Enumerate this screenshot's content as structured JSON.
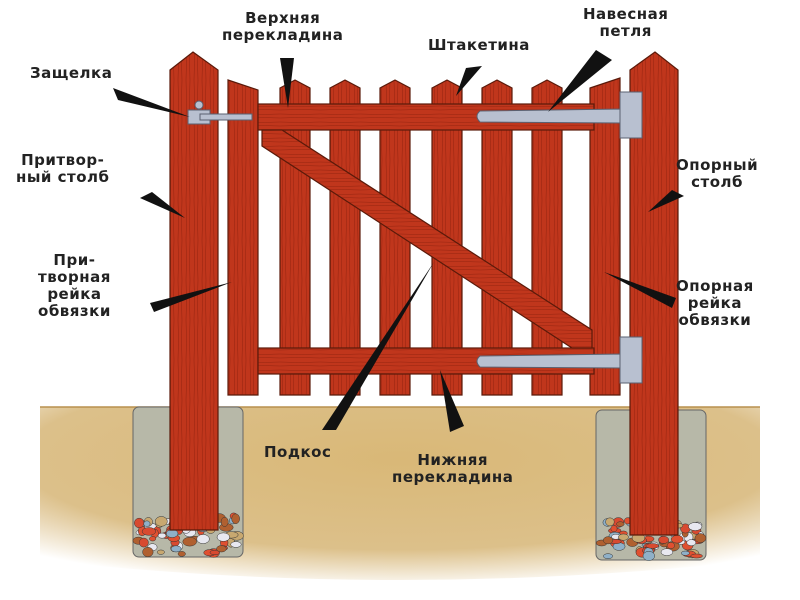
{
  "diagram": {
    "subject": "Деревянная калитка",
    "colors": {
      "wood": "#c0361c",
      "wood_dark": "#8a2210",
      "wood_grain": "#a42a14",
      "metal": "#b8c0d0",
      "metal_edge": "#5a6070",
      "concrete": "#b7b8a8",
      "soil": "#d8b878",
      "soil_edge": "#b8904e",
      "leader": "#111111",
      "text": "#222222"
    },
    "labels": {
      "latch": "Защелка",
      "top_rail": "Верхняя\nперекладина",
      "picket": "Штакетина",
      "hinge": "Навесная\nпетля",
      "latch_post": "Притвор-\nный столб",
      "hinge_post": "Опорный\nстолб",
      "latch_stile": "При-\nтворная\nрейка\nобвязки",
      "hinge_stile": "Опорная\nрейка\nобвязки",
      "brace": "Подкос",
      "bottom_rail": "Нижняя\nперекладина"
    }
  }
}
